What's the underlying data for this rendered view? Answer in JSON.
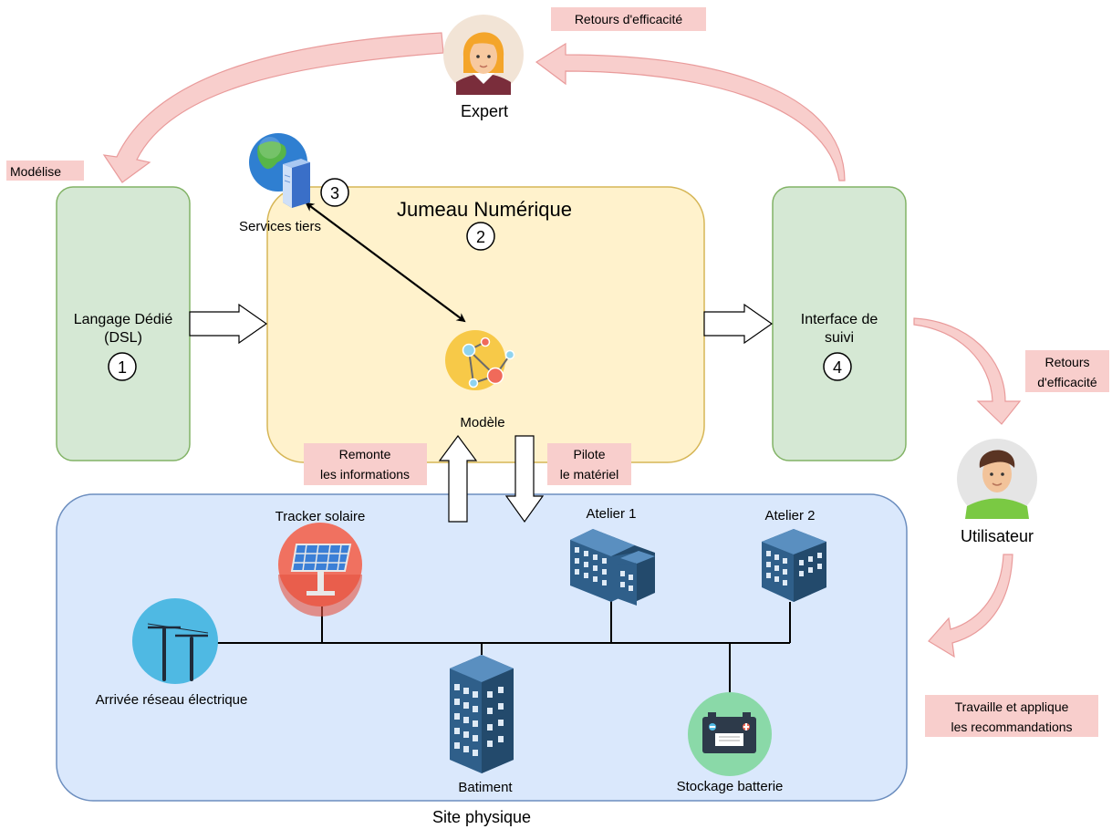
{
  "title": "Jumeau Numérique",
  "actors": {
    "expert": "Expert",
    "user": "Utilisateur"
  },
  "blocks": {
    "dsl": {
      "line1": "Langage Dédié",
      "line2": "(DSL)",
      "number": "1"
    },
    "twin": {
      "number": "2"
    },
    "third_party": {
      "label": "Services tiers",
      "number": "3"
    },
    "monitoring": {
      "line1": "Interface de",
      "line2": "suivi",
      "number": "4"
    },
    "model": {
      "label": "Modèle"
    }
  },
  "flows": {
    "models": "Modélise",
    "feedback_top": "Retours d'efficacité",
    "feedback_right": {
      "line1": "Retours",
      "line2": "d'efficacité"
    },
    "applies": {
      "line1": "Travaille et applique",
      "line2": "les recommandations"
    },
    "uplink": {
      "line1": "Remonte",
      "line2": "les informations"
    },
    "downlink": {
      "line1": "Pilote",
      "line2": "le matériel"
    }
  },
  "site": {
    "label": "Site physique",
    "items": {
      "solar": "Tracker solaire",
      "grid": "Arrivée réseau électrique",
      "workshop1": "Atelier 1",
      "workshop2": "Atelier 2",
      "building": "Batiment",
      "battery": "Stockage batterie"
    }
  },
  "colors": {
    "green_fill": "#d5e8d4",
    "green_stroke": "#82b366",
    "yellow_fill": "#fff2cc",
    "yellow_stroke": "#d6b656",
    "blue_fill": "#dae8fc",
    "blue_stroke": "#6c8ebf",
    "flow_fill": "#f8cecc",
    "flow_stroke": "#e99b9b",
    "label_bg": "#f8cecc",
    "building": "#2f5f8a",
    "solar_bg": "#f07160",
    "grid_bg": "#4fb9e3",
    "battery_bg": "#8ad9a8",
    "model_bg": "#f7c948"
  }
}
